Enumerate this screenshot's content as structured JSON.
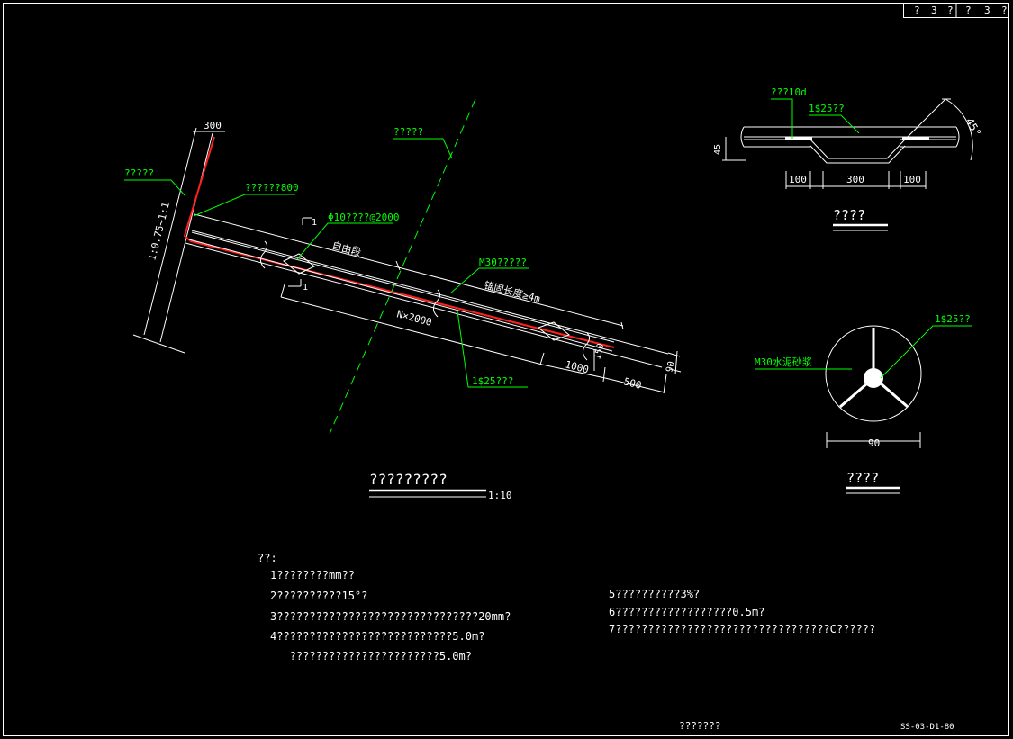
{
  "title_block": [
    "?",
    "3",
    "?",
    "?",
    "3",
    "?"
  ],
  "main": {
    "label_slope": "?????",
    "label_sliding_plane": "?????",
    "label_dim_800": "??????800",
    "label_spacer": "Φ10????@2000",
    "label_free_section": "自由段",
    "label_grout": "M30?????",
    "label_anchor_length": "锚固长度≥4m",
    "label_spacing": "N×2000",
    "label_bar": "1$25???",
    "dim_300": "300",
    "dim_1000": "1000",
    "dim_500": "500",
    "dim_90": "90",
    "dim_150": "150",
    "slope_ratio": "1:0.75~1:1",
    "marker_1": "1"
  },
  "main_title": "?????????",
  "main_scale": "1:10",
  "detail_top": {
    "label_weld": "???10d",
    "label_bar": "1$25??",
    "dim_45": "45",
    "dim_100_left": "100",
    "dim_300": "300",
    "dim_100_right": "100",
    "angle": "45°",
    "title": "????"
  },
  "section": {
    "label_bar": "1$25??",
    "label_grout": "M30水泥砂浆",
    "dim_90": "90",
    "title": "????"
  },
  "notes": {
    "heading": "??:",
    "left": [
      "1????????mm??",
      "2??????????15°?",
      "3???????????????????????????????20mm?",
      "4???????????????????????????5.0m?",
      "   ???????????????????????5.0m?"
    ],
    "right": [
      "5??????????3%?",
      "6??????????????????0.5m?",
      "7?????????????????????????????????C??????"
    ]
  },
  "footer_label": "???????",
  "drawing_no": "SS-03-D1-80"
}
